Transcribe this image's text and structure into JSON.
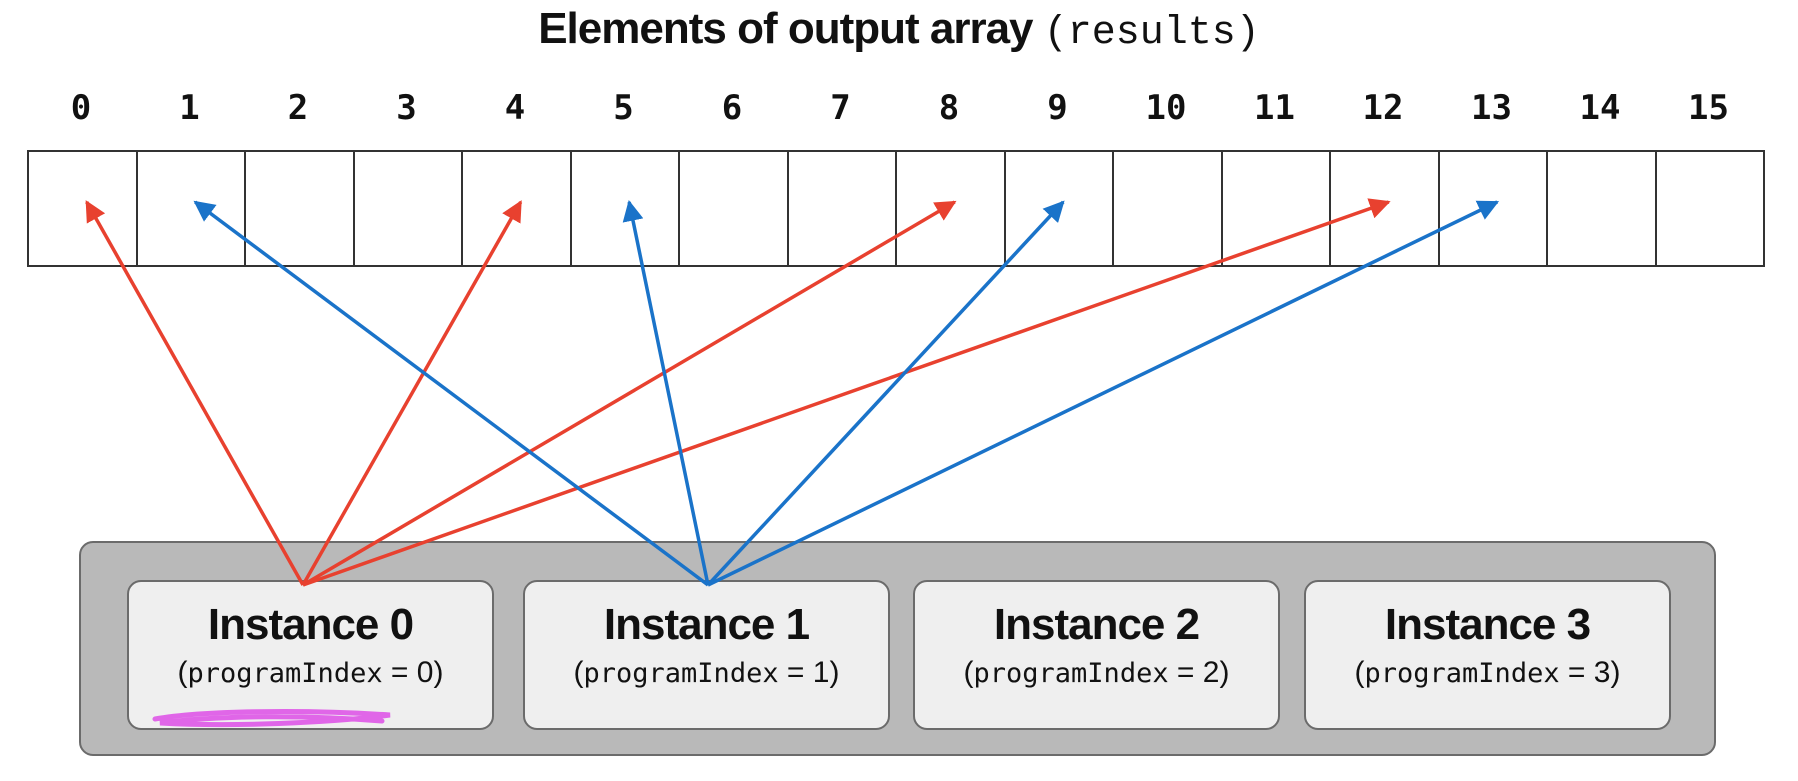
{
  "title": {
    "main": "Elements of output array",
    "code": "(results)"
  },
  "array": {
    "indices": [
      "0",
      "1",
      "2",
      "3",
      "4",
      "5",
      "6",
      "7",
      "8",
      "9",
      "10",
      "11",
      "12",
      "13",
      "14",
      "15"
    ]
  },
  "instances": [
    {
      "name": "Instance 0",
      "open": "(",
      "var": "programIndex",
      "eq": " = ",
      "value": "0",
      "close": ")"
    },
    {
      "name": "Instance 1",
      "open": "(",
      "var": "programIndex",
      "eq": " = ",
      "value": "1",
      "close": ")"
    },
    {
      "name": "Instance 2",
      "open": "(",
      "var": "programIndex",
      "eq": " = ",
      "value": "2",
      "close": ")"
    },
    {
      "name": "Instance 3",
      "open": "(",
      "var": "programIndex",
      "eq": " = ",
      "value": "3",
      "close": ")"
    }
  ],
  "writes": [
    {
      "instance": 0,
      "targets": [
        0,
        4,
        8,
        12
      ],
      "color": "#e8412f"
    },
    {
      "instance": 1,
      "targets": [
        1,
        5,
        9,
        13
      ],
      "color": "#1a73c9"
    }
  ],
  "highlight": {
    "color": "#e066e8"
  }
}
